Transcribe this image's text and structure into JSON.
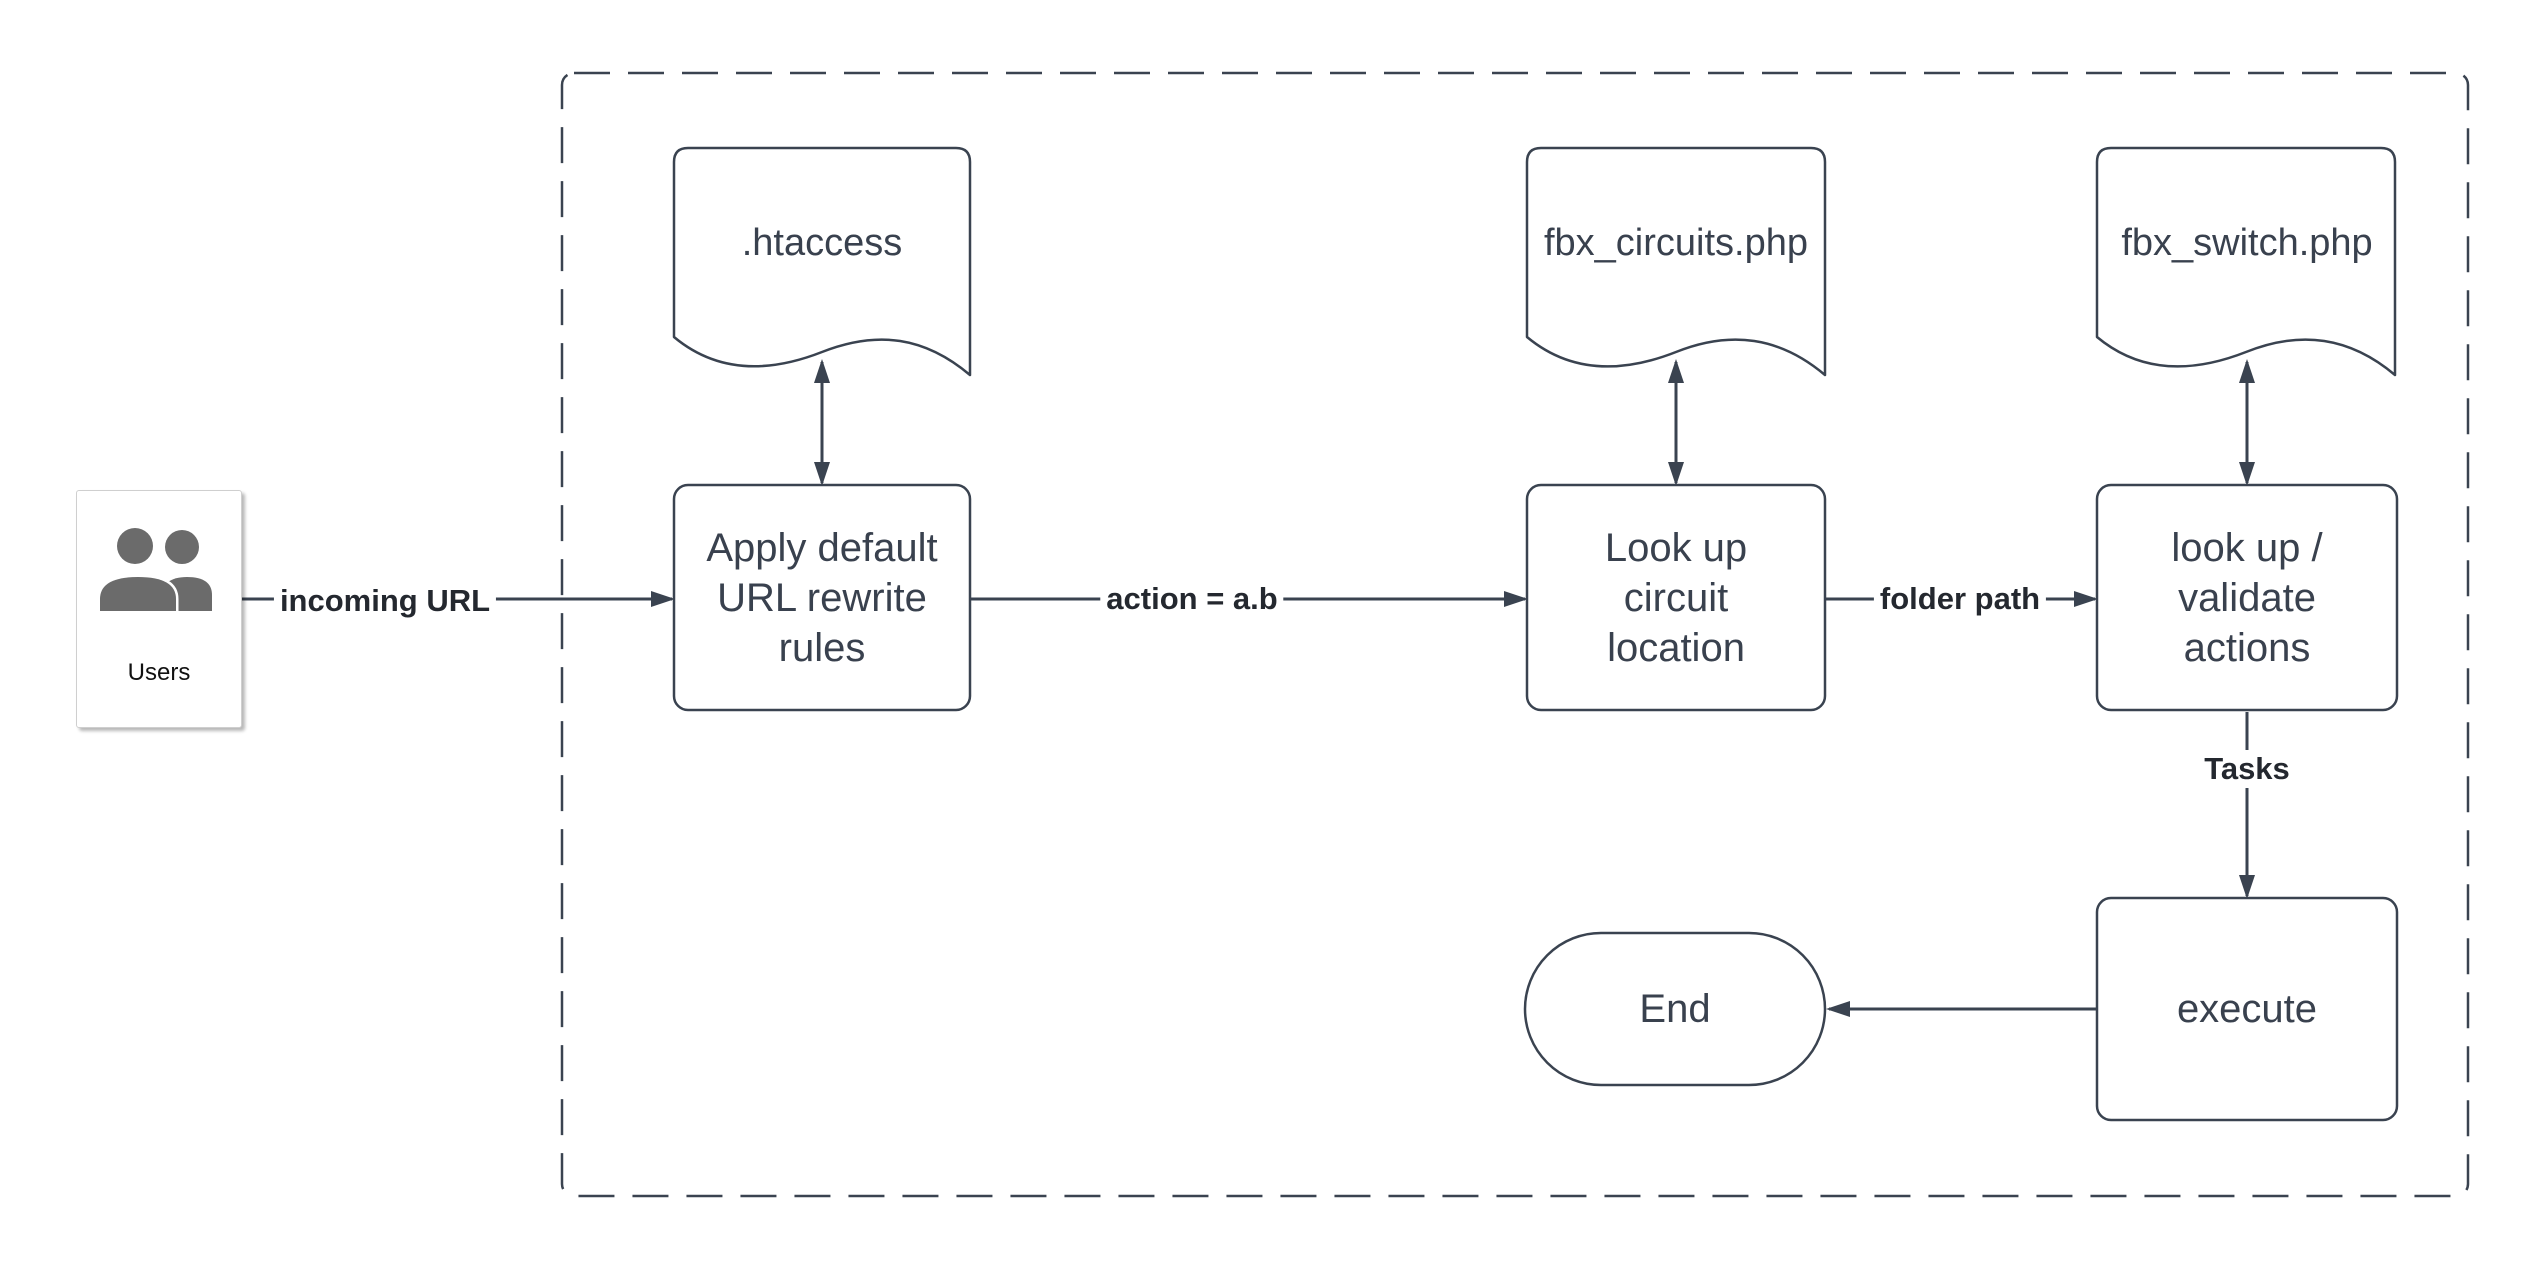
{
  "colors": {
    "stroke": "#3A4350",
    "node_text": "#39414E",
    "edge_label_text": "#24282F",
    "users_icon": "#6B6B6B",
    "background": "#FFFFFF"
  },
  "nodes": {
    "users": {
      "label": "Users"
    },
    "htaccess": {
      "label": ".htaccess"
    },
    "apply_rewrite": {
      "label": "Apply default\nURL rewrite\nrules"
    },
    "fbx_circuits": {
      "label": "fbx_circuits.php"
    },
    "lookup_circuit": {
      "label": "Look up\ncircuit\nlocation"
    },
    "fbx_switch": {
      "label": "fbx_switch.php"
    },
    "validate_actions": {
      "label": "look up /\nvalidate\nactions"
    },
    "execute": {
      "label": "execute"
    },
    "end": {
      "label": "End"
    }
  },
  "edges": {
    "incoming_url": {
      "label": "incoming URL"
    },
    "action_ab": {
      "label": "action = a.b"
    },
    "folder_path": {
      "label": "folder path"
    },
    "tasks": {
      "label": "Tasks"
    }
  }
}
